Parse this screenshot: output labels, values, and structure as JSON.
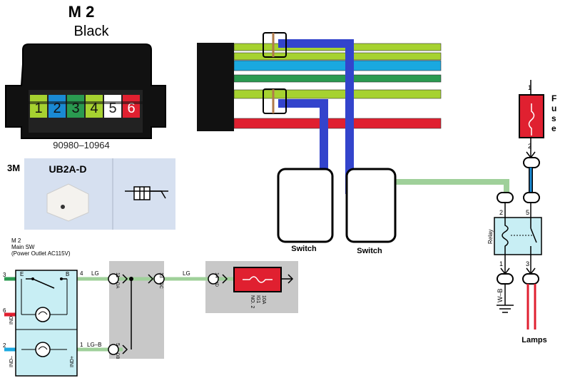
{
  "connector": {
    "code": "M 2",
    "color": "Black",
    "part_number": "90980–10964",
    "pins": [
      {
        "label": "1",
        "color": "#a6d230"
      },
      {
        "label": "2",
        "color": "#1a8ad4"
      },
      {
        "label": "3",
        "color": "#2a9a50"
      },
      {
        "label": "4",
        "color": "#a6d230"
      },
      {
        "label": "5",
        "color": "#ffffff"
      },
      {
        "label": "6",
        "color": "#e02030"
      }
    ]
  },
  "splice": {
    "brand": "3M",
    "model": "UB2A-D"
  },
  "harness": {
    "wire_colors": [
      "#a6d230",
      "#a6d230",
      "#1aa8e0",
      "#2a9a50",
      "#a6d230",
      "#e02030"
    ],
    "switch_label": "Switch",
    "jumper_color": "#3344cc"
  },
  "relay_circuit": {
    "fuse_label": "Fuse",
    "fuse_pins": [
      "1",
      "2"
    ],
    "relay_label": "Relay",
    "relay_pins": [
      "2",
      "5",
      "1",
      "3"
    ],
    "ground_wire": "W–B",
    "lamps_label": "Lamps",
    "feed_wire_color": "#9fd09a"
  },
  "schematic": {
    "switch_title": "M 2",
    "switch_subtitle": "Main SW",
    "switch_note": "(Power Outlet AC115V)",
    "terminals": {
      "E": "E",
      "B": "B",
      "IND": "IND",
      "IND_minus": "IND–",
      "IND_plus": "IND+"
    },
    "pins": {
      "p3": "3",
      "p6": "6",
      "p2": "2",
      "p4": "4",
      "p1": "1"
    },
    "wires": {
      "lg": "LG",
      "lg2": "LG",
      "lgb": "LG–B"
    },
    "connectors": {
      "c11": "11",
      "c11b": "DA",
      "c13": "13",
      "c13b": "DC",
      "c5": "5",
      "c5b": "DB",
      "c14": "14",
      "c14b": "ID"
    },
    "fuse": {
      "line1": "10A",
      "line2": "IG1",
      "line3": "NO. 2"
    }
  }
}
